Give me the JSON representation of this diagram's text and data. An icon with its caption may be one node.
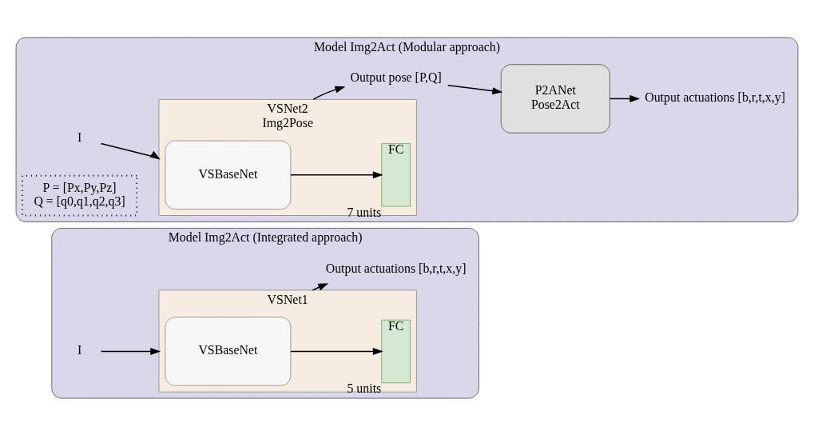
{
  "diagram": {
    "nodes": [
      {
        "text": [
          "Model Img2Act (Integrated approach)"
        ]
      },
      {
        "text": [
          "VSNet1"
        ],
        "in": 0
      },
      {
        "text": [
          "VSBaseNet"
        ],
        "in": 1
      },
      {
        "text": [
          "FC"
        ],
        "beside": [
          "5 units"
        ],
        "in": 1
      },
      {
        "text": [
          "I"
        ],
        "in": 0
      },
      {
        "text": [
          "Output actuations [b,r,t,x,y]"
        ],
        "in": 0
      },
      {
        "text": [
          "Model Img2Act (Modular approach)"
        ]
      },
      {
        "text": [
          "VSNet2",
          "Img2Pose"
        ],
        "in": 6
      },
      {
        "text": [
          "VSBaseNet"
        ],
        "in": 7
      },
      {
        "text": [
          "FC"
        ],
        "beside": [
          "7 units"
        ],
        "in": 7
      },
      {
        "text": [
          "I"
        ],
        "in": 6
      },
      {
        "text": [
          "Output pose [P,Q]"
        ],
        "in": 6
      },
      {
        "text": [
          "P2ANet",
          "Pose2Act"
        ],
        "in": 6
      },
      {
        "text": [
          "Output actuations [b,r,t,x,y]"
        ],
        "in": 6
      },
      {
        "text": [
          "P = [Px,Py,Pz]",
          "Q = [q0,q1,q2,q3]"
        ],
        "in": 6
      }
    ],
    "edges": [
      {
        "from": 4,
        "to": 1,
        "arrow": "to"
      },
      {
        "from": 2,
        "to": 3,
        "arrow": "to"
      },
      {
        "from": 1,
        "to": 5,
        "arrow": "to"
      },
      {
        "from": 10,
        "to": 7,
        "arrow": "to"
      },
      {
        "from": 8,
        "to": 9,
        "arrow": "to"
      },
      {
        "from": 7,
        "to": 11,
        "arrow": "to"
      },
      {
        "from": 11,
        "to": 12,
        "arrow": "to"
      },
      {
        "from": 12,
        "to": 13,
        "arrow": "to"
      }
    ]
  }
}
